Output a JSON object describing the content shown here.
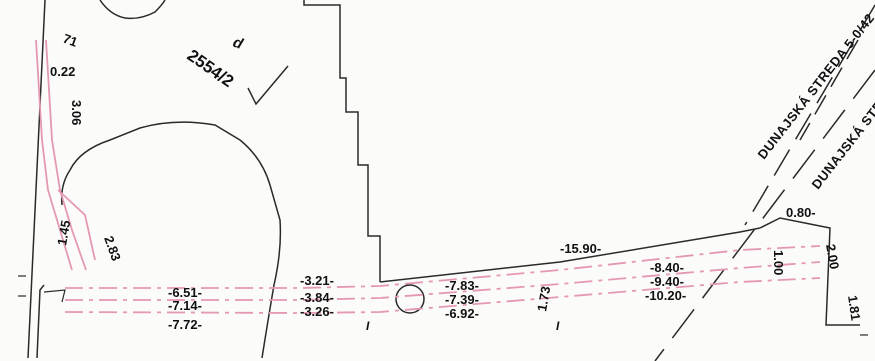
{
  "parcel": {
    "letter": "d",
    "number": "2554/2"
  },
  "streets": {
    "primary": "DUNAJSKÁ STREDA 5-0/42",
    "secondary": "DUNAJSKÁ STREDA"
  },
  "markers": {
    "label_a": "I",
    "label_b": "I"
  },
  "dimensions_main": [
    {
      "id": "d1",
      "text": "-6.51-"
    },
    {
      "id": "d2",
      "text": "-7.14-"
    },
    {
      "id": "d3",
      "text": "-7.72-"
    },
    {
      "id": "d4",
      "text": "-3.21-"
    },
    {
      "id": "d5",
      "text": "-3.84-"
    },
    {
      "id": "d6",
      "text": "-3.26-"
    },
    {
      "id": "d7",
      "text": "-7.83-"
    },
    {
      "id": "d8",
      "text": "-7.39-"
    },
    {
      "id": "d9",
      "text": "-6.92-"
    },
    {
      "id": "d10",
      "text": "-15.90-"
    },
    {
      "id": "d11",
      "text": "-8.40-"
    },
    {
      "id": "d12",
      "text": "-9.40-"
    },
    {
      "id": "d13",
      "text": "-10.20-"
    },
    {
      "id": "d14",
      "text": "0.80-"
    },
    {
      "id": "d15",
      "text": "1.00"
    },
    {
      "id": "d16",
      "text": "2.00"
    },
    {
      "id": "d17",
      "text": "1.81"
    },
    {
      "id": "d18",
      "text": "71"
    },
    {
      "id": "d19",
      "text": "0.22"
    },
    {
      "id": "d20",
      "text": "3.06"
    },
    {
      "id": "d21",
      "text": "1.45"
    },
    {
      "id": "d22",
      "text": "2.83"
    },
    {
      "id": "d23",
      "text": "1.73"
    }
  ]
}
